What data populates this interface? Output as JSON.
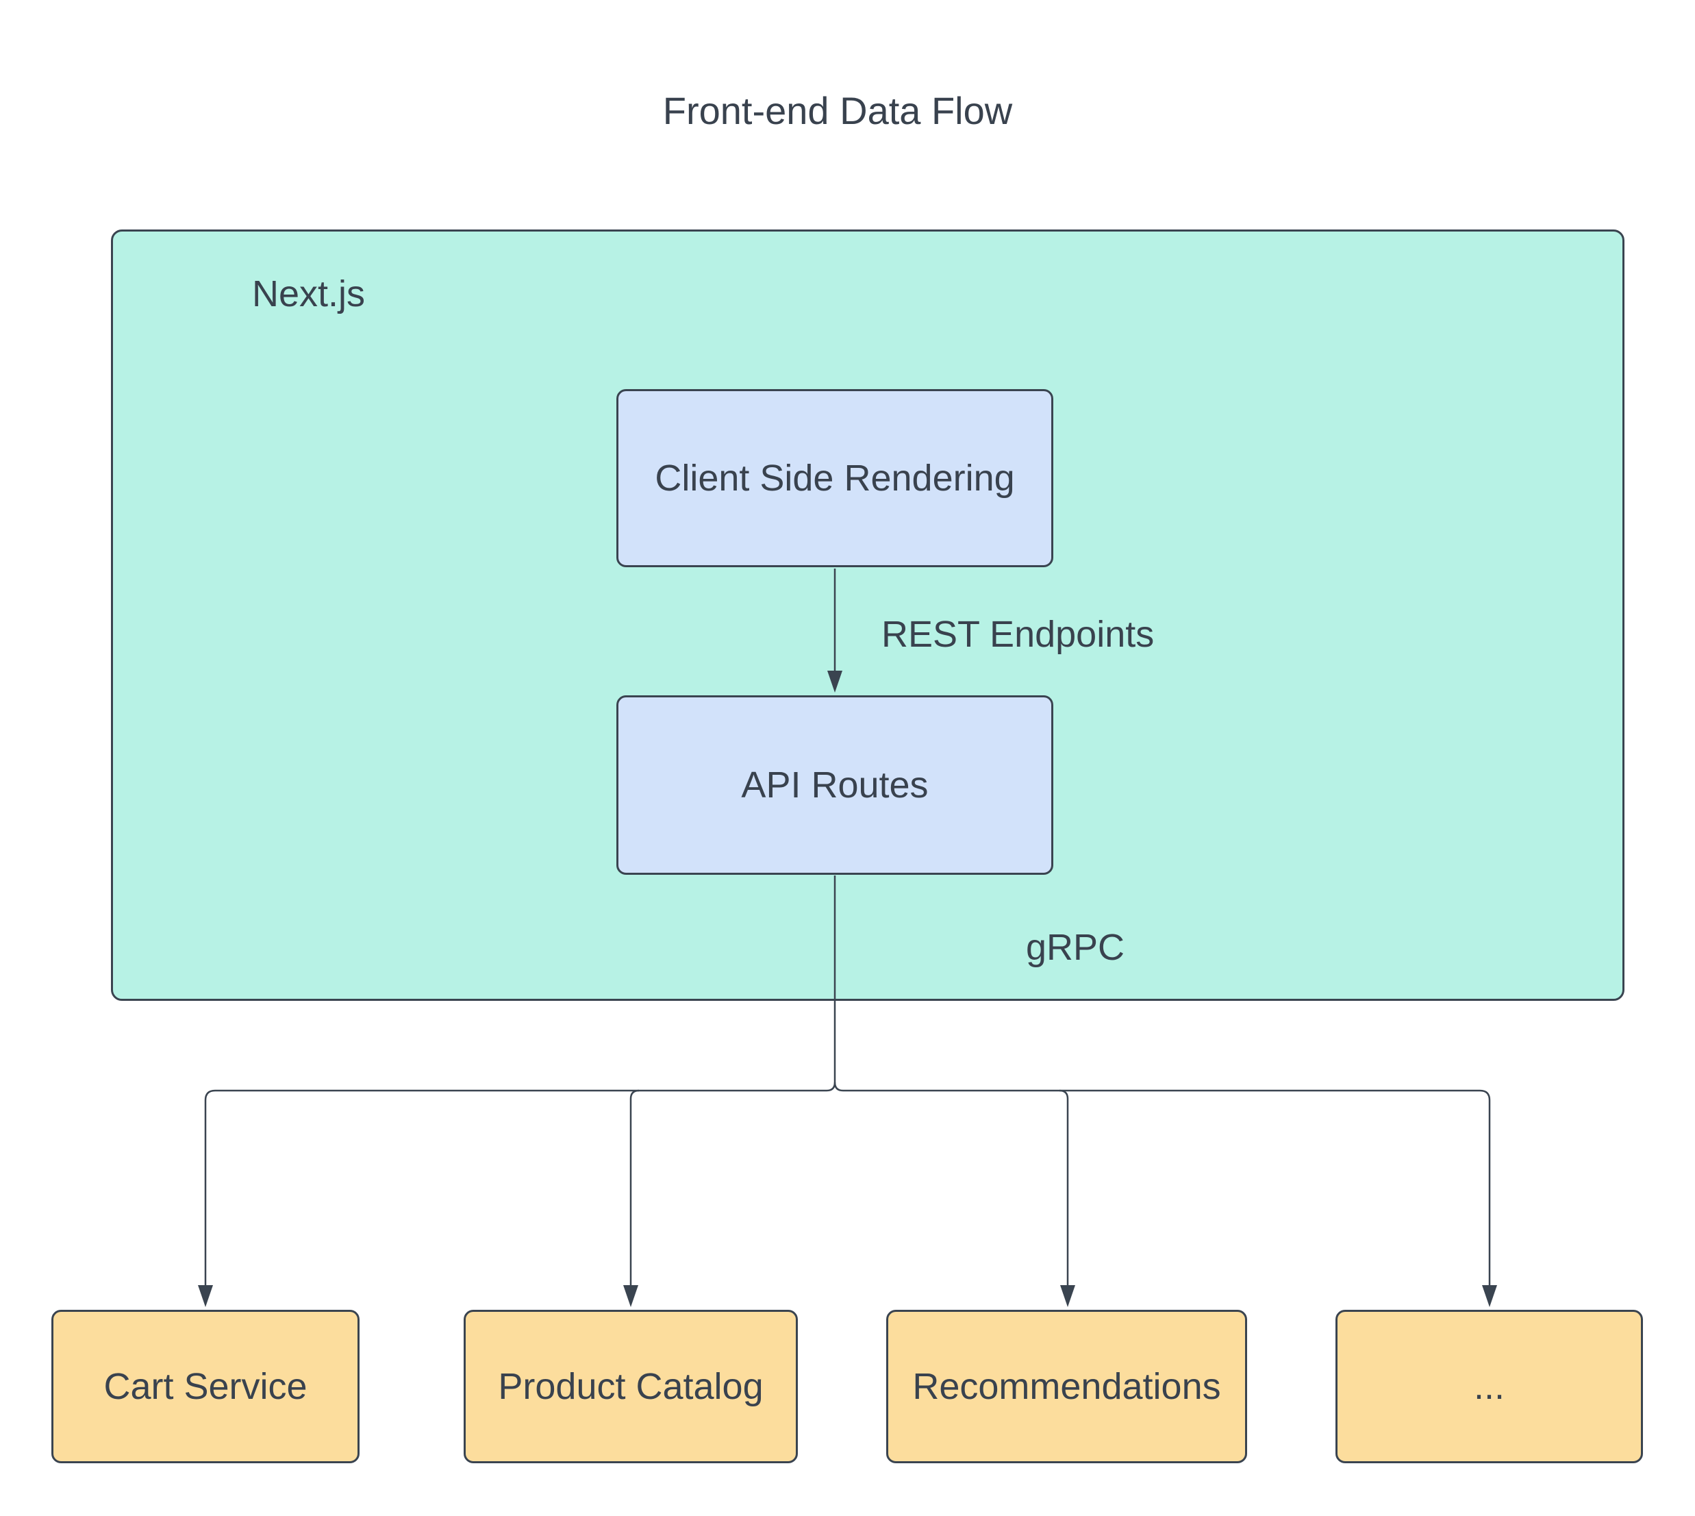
{
  "title": "Front-end Data Flow",
  "container": {
    "label": "Next.js"
  },
  "nodes": [
    {
      "id": "csr",
      "label": "Client Side Rendering"
    },
    {
      "id": "api",
      "label": "API Routes"
    },
    {
      "id": "cart",
      "label": "Cart Service"
    },
    {
      "id": "catalog",
      "label": "Product Catalog"
    },
    {
      "id": "recommendations",
      "label": "Recommendations"
    },
    {
      "id": "more",
      "label": "..."
    }
  ],
  "edges": [
    {
      "id": "rest",
      "label": "REST Endpoints",
      "from": "csr",
      "to": "api"
    },
    {
      "id": "grpc",
      "label": "gRPC",
      "from": "api",
      "to": "cart"
    },
    {
      "id": "grpc-2",
      "label": "",
      "from": "api",
      "to": "catalog"
    },
    {
      "id": "grpc-3",
      "label": "",
      "from": "api",
      "to": "recommendations"
    },
    {
      "id": "grpc-4",
      "label": "",
      "from": "api",
      "to": "more"
    }
  ],
  "colors": {
    "container_fill": "#b7f2e5",
    "node_blue_fill": "#d2e2fa",
    "node_orange_fill": "#fcdd9d",
    "stroke": "#3a4450",
    "text": "#39424e",
    "background": "#ffffff"
  }
}
